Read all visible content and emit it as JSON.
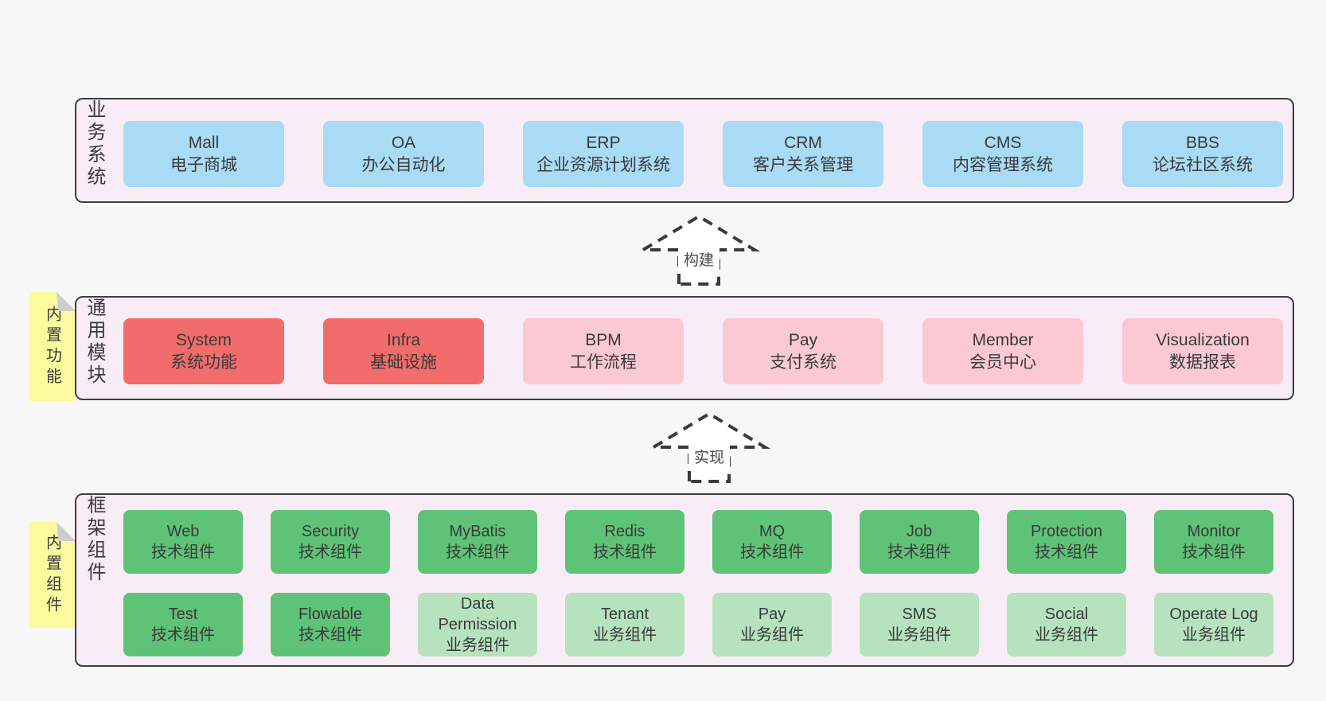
{
  "colors": {
    "page_bg": "#f7f7f7",
    "layer_fill": "#f8edf6",
    "layer_border": "#3e3e3e",
    "sticky_bg": "#fbfa9e",
    "sticky_fold": "#cdcdcd",
    "text": "#3a3a3a",
    "blue": "#a9dbf5",
    "red": "#f26c6c",
    "pink": "#fbc9d3",
    "green": "#5ec377",
    "lightgreen": "#b6e3bd"
  },
  "layers": [
    {
      "label": "业务系统",
      "boxes": [
        {
          "title": "Mall",
          "subtitle": "电子商城",
          "variant": "blue"
        },
        {
          "title": "OA",
          "subtitle": "办公自动化",
          "variant": "blue"
        },
        {
          "title": "ERP",
          "subtitle": "企业资源计划系统",
          "variant": "blue"
        },
        {
          "title": "CRM",
          "subtitle": "客户关系管理",
          "variant": "blue"
        },
        {
          "title": "CMS",
          "subtitle": "内容管理系统",
          "variant": "blue"
        },
        {
          "title": "BBS",
          "subtitle": "论坛社区系统",
          "variant": "blue"
        }
      ]
    },
    {
      "label": "通用模块",
      "sticky": "内置功能",
      "boxes": [
        {
          "title": "System",
          "subtitle": "系统功能",
          "variant": "red"
        },
        {
          "title": "Infra",
          "subtitle": "基础设施",
          "variant": "red"
        },
        {
          "title": "BPM",
          "subtitle": "工作流程",
          "variant": "pink"
        },
        {
          "title": "Pay",
          "subtitle": "支付系统",
          "variant": "pink"
        },
        {
          "title": "Member",
          "subtitle": "会员中心",
          "variant": "pink"
        },
        {
          "title": "Visualization",
          "subtitle": "数据报表",
          "variant": "pink"
        }
      ]
    },
    {
      "label": "框架组件",
      "sticky": "内置组件",
      "rows": [
        [
          {
            "title": "Web",
            "subtitle": "技术组件",
            "variant": "green"
          },
          {
            "title": "Security",
            "subtitle": "技术组件",
            "variant": "green"
          },
          {
            "title": "MyBatis",
            "subtitle": "技术组件",
            "variant": "green"
          },
          {
            "title": "Redis",
            "subtitle": "技术组件",
            "variant": "green"
          },
          {
            "title": "MQ",
            "subtitle": "技术组件",
            "variant": "green"
          },
          {
            "title": "Job",
            "subtitle": "技术组件",
            "variant": "green"
          },
          {
            "title": "Protection",
            "subtitle": "技术组件",
            "variant": "green"
          },
          {
            "title": "Monitor",
            "subtitle": "技术组件",
            "variant": "green"
          }
        ],
        [
          {
            "title": "Test",
            "subtitle": "技术组件",
            "variant": "green"
          },
          {
            "title": "Flowable",
            "subtitle": "技术组件",
            "variant": "green"
          },
          {
            "title": "Data Permission",
            "subtitle": "业务组件",
            "variant": "lightgreen"
          },
          {
            "title": "Tenant",
            "subtitle": "业务组件",
            "variant": "lightgreen"
          },
          {
            "title": "Pay",
            "subtitle": "业务组件",
            "variant": "lightgreen"
          },
          {
            "title": "SMS",
            "subtitle": "业务组件",
            "variant": "lightgreen"
          },
          {
            "title": "Social",
            "subtitle": "业务组件",
            "variant": "lightgreen"
          },
          {
            "title": "Operate Log",
            "subtitle": "业务组件",
            "variant": "lightgreen"
          }
        ]
      ]
    }
  ],
  "arrows": [
    {
      "label": "构建"
    },
    {
      "label": "实现"
    }
  ]
}
